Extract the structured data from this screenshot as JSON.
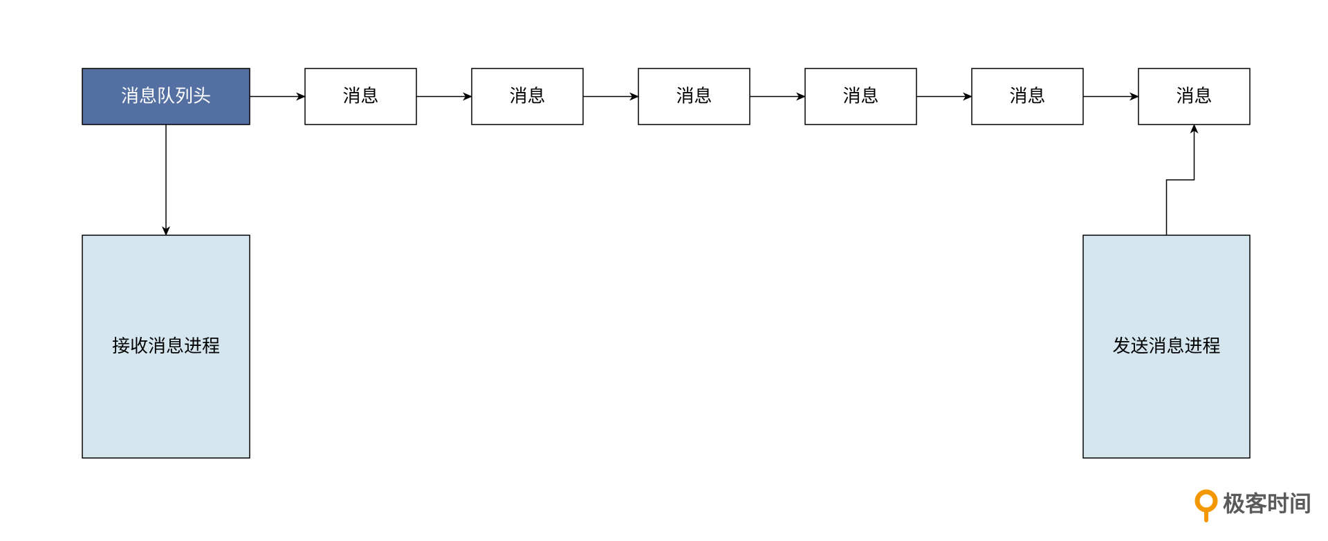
{
  "diagram": {
    "head": {
      "label": "消息队列头"
    },
    "messages": [
      {
        "label": "消息"
      },
      {
        "label": "消息"
      },
      {
        "label": "消息"
      },
      {
        "label": "消息"
      },
      {
        "label": "消息"
      },
      {
        "label": "消息"
      }
    ],
    "receiver": {
      "label": "接收消息进程"
    },
    "sender": {
      "label": "发送消息进程"
    }
  },
  "brand": {
    "text": "极客时间",
    "colors": {
      "logo": "#f39800",
      "text": "#5a5a5a"
    }
  },
  "colors": {
    "head_fill": "#5470a3",
    "head_text": "#ffffff",
    "process_fill": "#d5e6ef",
    "message_fill": "#ffffff",
    "stroke": "#000000"
  }
}
